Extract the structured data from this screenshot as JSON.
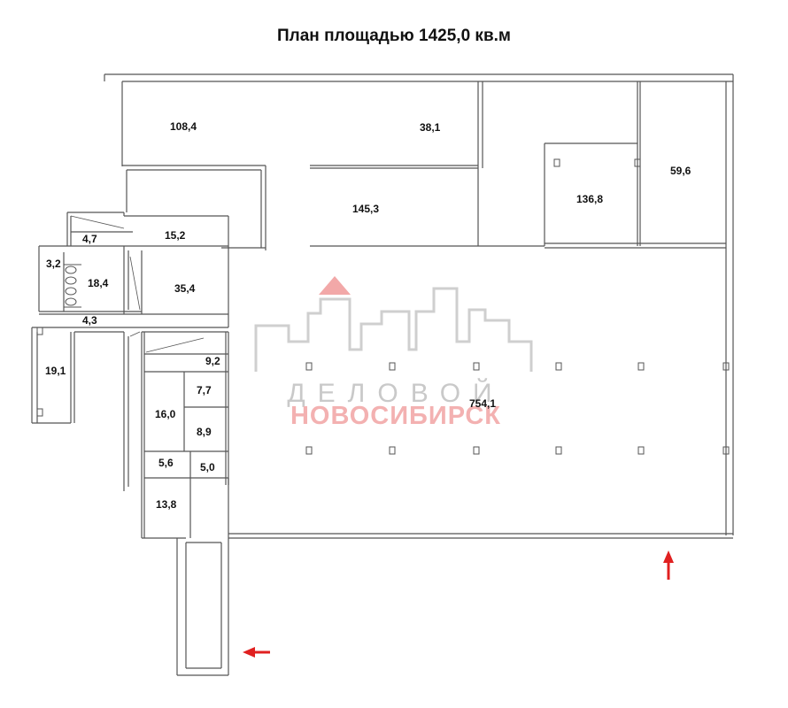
{
  "title": "План площадью 1425,0 кв.м",
  "rooms": [
    {
      "label": "108,4"
    },
    {
      "label": "38,1"
    },
    {
      "label": "145,3"
    },
    {
      "label": "136,8"
    },
    {
      "label": "59,6"
    },
    {
      "label": "4,7"
    },
    {
      "label": "15,2"
    },
    {
      "label": "3,2"
    },
    {
      "label": "18,4"
    },
    {
      "label": "35,4"
    },
    {
      "label": "4,3"
    },
    {
      "label": "19,1"
    },
    {
      "label": "9,2"
    },
    {
      "label": "7,7"
    },
    {
      "label": "16,0"
    },
    {
      "label": "8,9"
    },
    {
      "label": "5,6"
    },
    {
      "label": "5,0"
    },
    {
      "label": "13,8"
    },
    {
      "label": "754,1"
    }
  ],
  "watermark": {
    "line1": "ДЕЛОВОЙ",
    "line2": "НОВОСИБИРСК"
  },
  "colors": {
    "walls": "#555555",
    "arrow": "#e02020",
    "watermark_gray": "#c9c9c9",
    "watermark_red": "#f3b1b1"
  },
  "icons": [
    "entrance-arrow-icon",
    "entrance-arrow-icon"
  ]
}
